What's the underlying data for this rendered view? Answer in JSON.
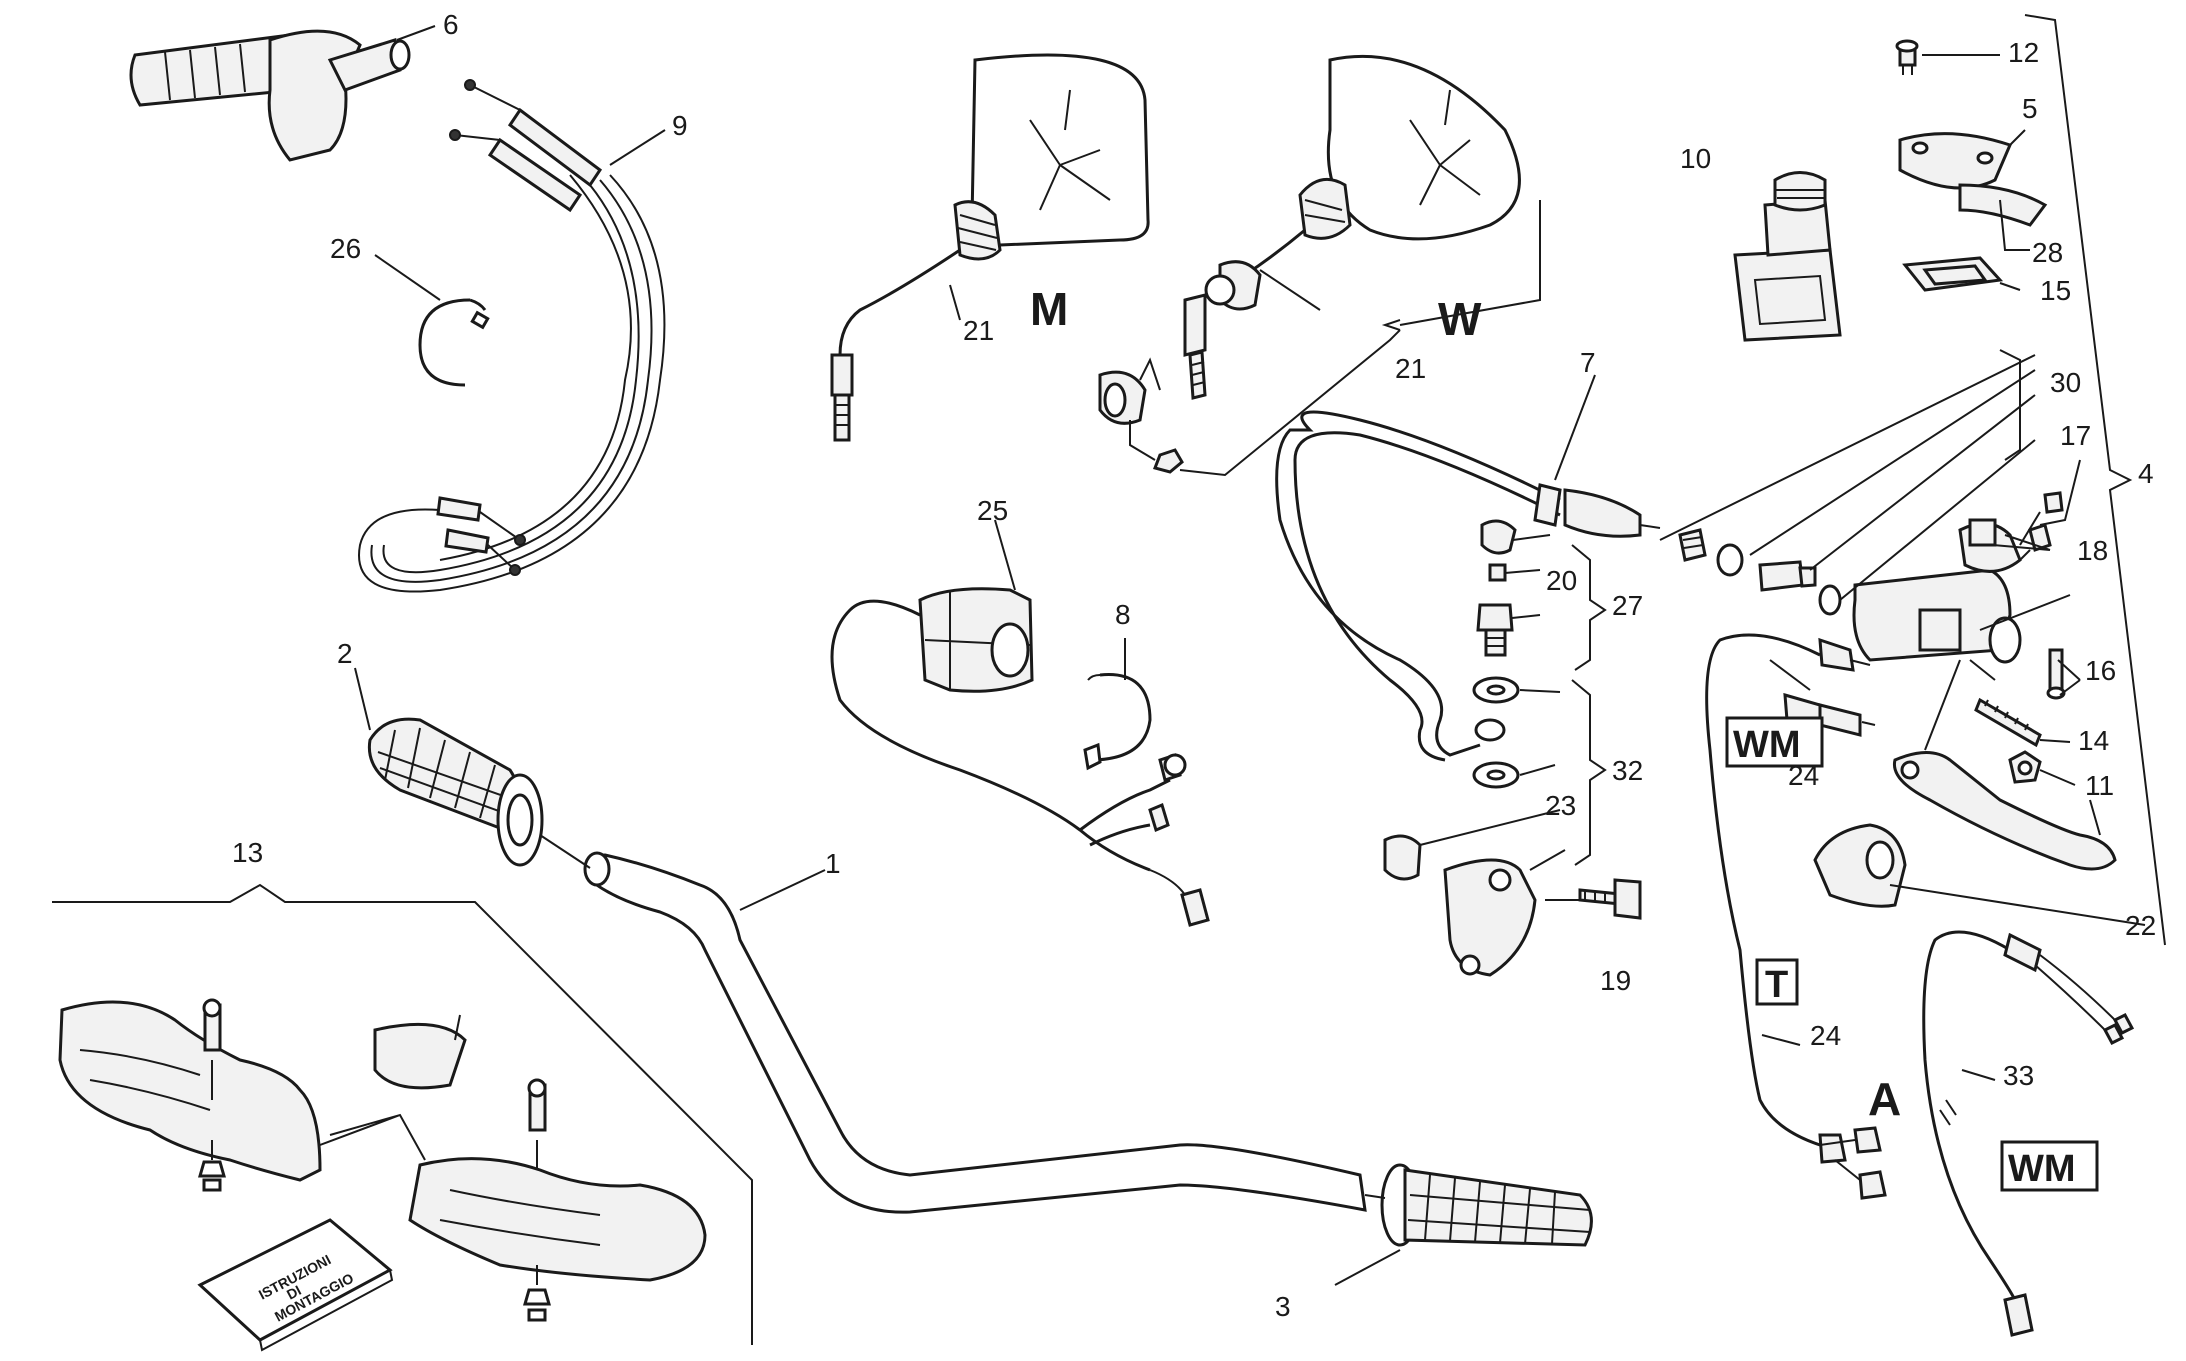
{
  "diagram": {
    "part_numbers": {
      "p1": "1",
      "p2": "2",
      "p3": "3",
      "p4": "4",
      "p5": "5",
      "p6": "6",
      "p7": "7",
      "p8": "8",
      "p9": "9",
      "p10": "10",
      "p11": "11",
      "p12": "12",
      "p13": "13",
      "p14": "14",
      "p15": "15",
      "p16": "16",
      "p17": "17",
      "p18": "18",
      "p19": "19",
      "p20": "20",
      "p21a": "21",
      "p21b": "21",
      "p22": "22",
      "p23": "23",
      "p24a": "24",
      "p24b": "24",
      "p25": "25",
      "p26": "26",
      "p27": "27",
      "p28": "28",
      "p30": "30",
      "p32": "32",
      "p33": "33"
    },
    "variant_labels": {
      "m": "M",
      "w": "W",
      "a": "A",
      "t": "T",
      "wm1": "WM",
      "wm2": "WM"
    },
    "booklet_text": [
      "ISTRUZIONI",
      "DI",
      "MONTAGGIO"
    ]
  }
}
